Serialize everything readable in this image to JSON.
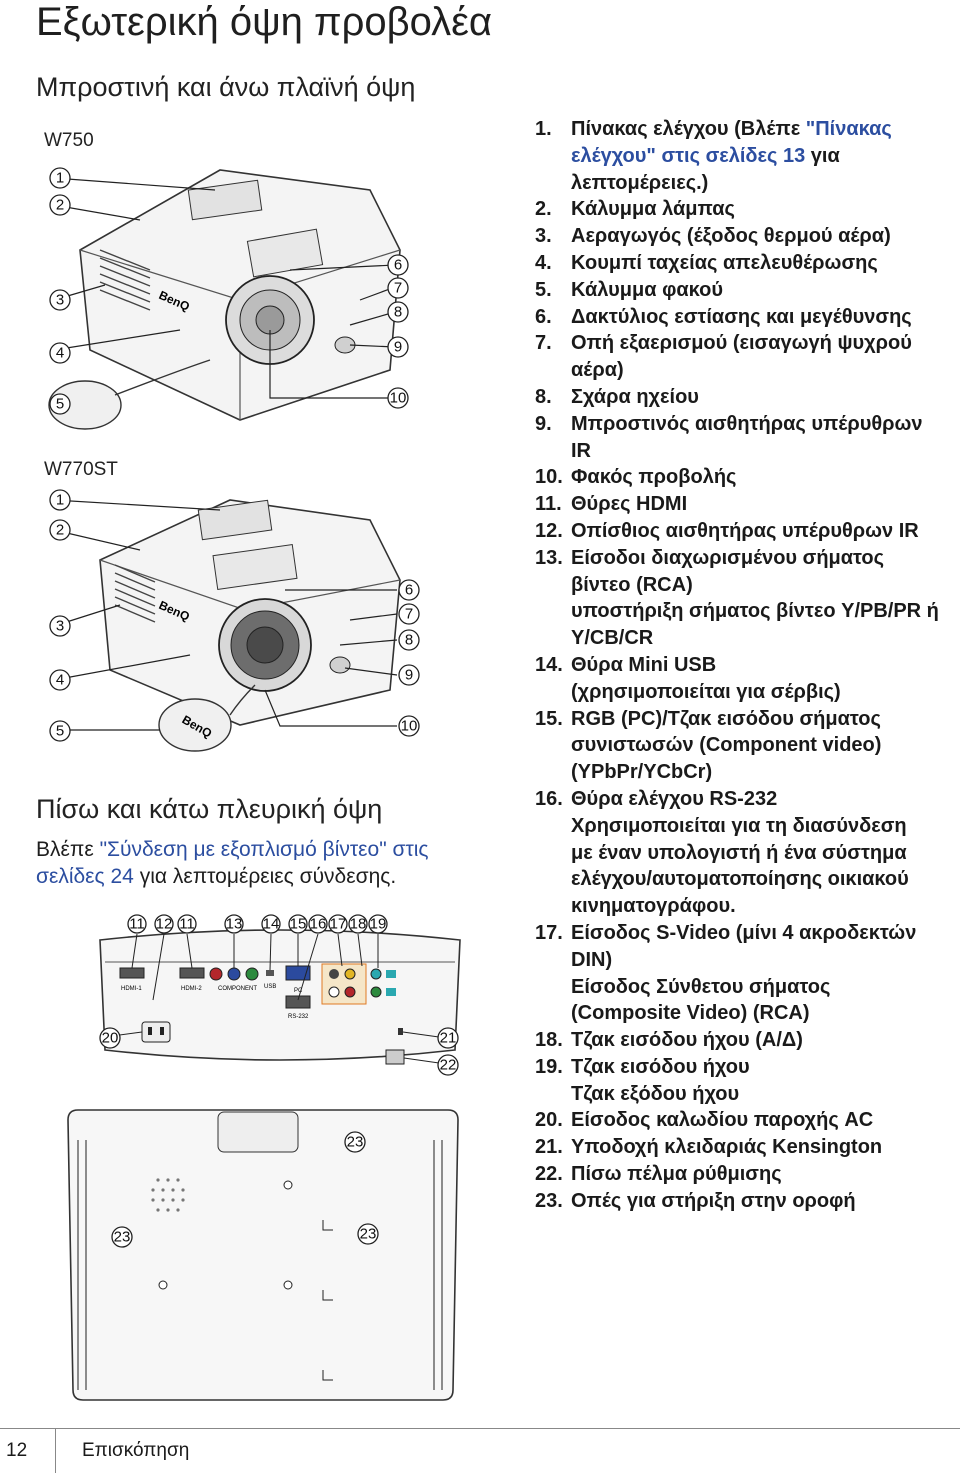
{
  "page": {
    "title": "Εξωτερική όψη προβολέα",
    "subtitle": "Μπροστινή και άνω πλαϊνή όψη",
    "models": [
      "W750",
      "W770ST"
    ],
    "back_section_title": "Πίσω και κάτω πλευρική όψη",
    "note_prefix": "Βλέπε ",
    "note_link": "\"Σύνδεση με εξοπλισμό βίντεο\" στις σελίδες 24",
    "note_suffix": " για λεπτομέρειες σύνδεσης."
  },
  "diagram_labels": {
    "brand": "BenQ",
    "hdmi1": "HDMI-1",
    "hdmi2": "HDMI-2",
    "component": "COMPONENT",
    "pc": "PC",
    "rs232": "RS-232",
    "mini_usb": "USB"
  },
  "parts": [
    {
      "num": "1.",
      "lines": [
        "Πίνακας ελέγχου (Βλέπε ",
        "ελέγχου\" στις σελίδες 13",
        "λεπτομέρειες.)"
      ],
      "link_a": "\"Πίνακας",
      "link_b": "ελέγχου\" στις σελίδες 13",
      "tail_b": " για"
    },
    {
      "num": "2.",
      "lines": [
        "Κάλυμμα λάμπας"
      ]
    },
    {
      "num": "3.",
      "lines": [
        "Αεραγωγός (έξοδος θερμού αέρα)"
      ]
    },
    {
      "num": "4.",
      "lines": [
        "Κουμπί ταχείας απελευθέρωσης"
      ]
    },
    {
      "num": "5.",
      "lines": [
        "Κάλυμμα φακού"
      ]
    },
    {
      "num": "6.",
      "lines": [
        "Δακτύλιος εστίασης και μεγέθυνσης"
      ]
    },
    {
      "num": "7.",
      "lines": [
        "Οπή εξαερισμού (εισαγωγή ψυχρού",
        "αέρα)"
      ]
    },
    {
      "num": "8.",
      "lines": [
        "Σχάρα ηχείου"
      ]
    },
    {
      "num": "9.",
      "lines": [
        "Μπροστινός αισθητήρας υπέρυθρων",
        "IR"
      ]
    },
    {
      "num": "10.",
      "lines": [
        "Φακός προβολής"
      ]
    },
    {
      "num": "11.",
      "lines": [
        "Θύρες HDMI"
      ]
    },
    {
      "num": "12.",
      "lines": [
        "Οπίσθιος αισθητήρας υπέρυθρων IR"
      ]
    },
    {
      "num": "13.",
      "lines": [
        "Είσοδοι διαχωρισμένου σήματος",
        "βίντεο (RCA)",
        "υποστήριξη σήματος βίντεο Y/PB/PR ή",
        "Y/CB/CR"
      ]
    },
    {
      "num": "14.",
      "lines": [
        "Θύρα Mini USB",
        "(χρησιμοποιείται για σέρβις)"
      ]
    },
    {
      "num": "15.",
      "lines": [
        "RGB (PC)/Τζακ εισόδου σήματος",
        "συνιστωσών (Component video)",
        "(YPbPr/YCbCr)"
      ]
    },
    {
      "num": "16.",
      "lines": [
        "Θύρα ελέγχου RS-232",
        "Χρησιμοποιείται για τη διασύνδεση",
        "με έναν υπολογιστή ή ένα σύστημα",
        "ελέγχου/αυτοματοποίησης οικιακού",
        "κινηματογράφου."
      ]
    },
    {
      "num": "17.",
      "lines": [
        "Είσοδος S-Video (μίνι 4 ακροδεκτών",
        "DIN)",
        "Είσοδος Σύνθετου σήματος",
        "(Composite Video) (RCA)"
      ]
    },
    {
      "num": "18.",
      "lines": [
        "Τζακ εισόδου ήχου (Α/Δ)"
      ]
    },
    {
      "num": "19.",
      "lines": [
        "Τζακ εισόδου ήχου",
        "Τζακ εξόδου ήχου"
      ]
    },
    {
      "num": "20.",
      "lines": [
        "Είσοδος καλωδίου παροχής AC"
      ]
    },
    {
      "num": "21.",
      "lines": [
        "Υποδοχή κλειδαριάς Kensington"
      ]
    },
    {
      "num": "22.",
      "lines": [
        "Πίσω πέλμα ρύθμισης"
      ]
    },
    {
      "num": "23.",
      "lines": [
        "Οπές για στήριξη στην οροφή"
      ]
    }
  ],
  "callouts": {
    "w750": [
      "1",
      "2",
      "3",
      "4",
      "5",
      "6",
      "7",
      "8",
      "9",
      "10"
    ],
    "w770st": [
      "1",
      "2",
      "3",
      "4",
      "5",
      "6",
      "7",
      "8",
      "9",
      "10"
    ],
    "rear": [
      "11",
      "12",
      "11",
      "13",
      "14",
      "15",
      "16",
      "17",
      "18",
      "19",
      "20",
      "21",
      "22"
    ],
    "bottom": [
      "23",
      "23",
      "23"
    ]
  },
  "footer": {
    "page_number": "12",
    "section": "Επισκόπηση"
  },
  "colors": {
    "link": "#2c4ea0",
    "rca_red": "#b3262b",
    "rca_green": "#2c8a3e",
    "rca_blue": "#2b4a9e",
    "rca_yellow": "#e2b624",
    "port_orange": "#e07a24",
    "port_teal": "#2aa8b0"
  }
}
